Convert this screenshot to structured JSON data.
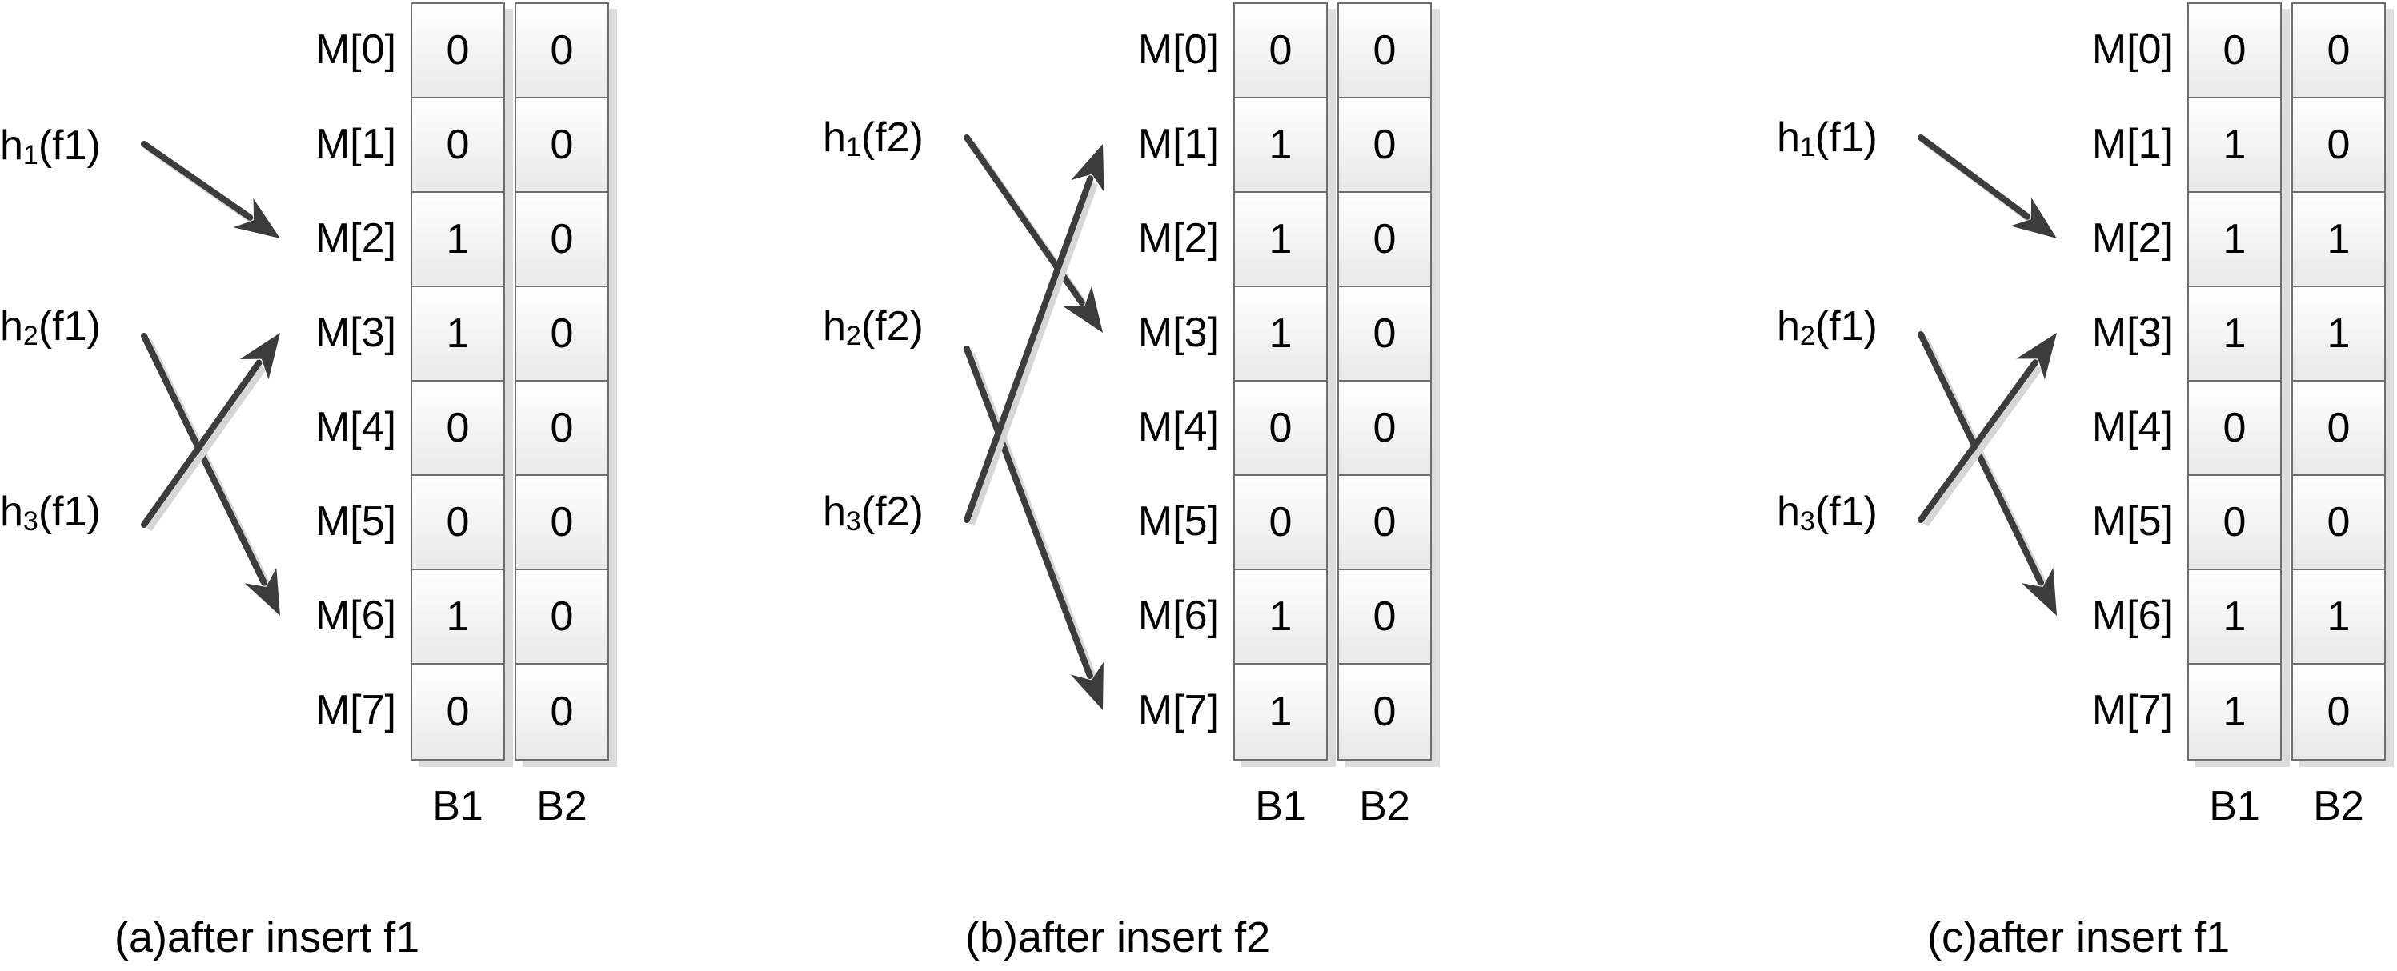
{
  "row_labels": [
    "M[0]",
    "M[1]",
    "M[2]",
    "M[3]",
    "M[4]",
    "M[5]",
    "M[6]",
    "M[7]"
  ],
  "panels": [
    {
      "caption": "(a)after insert f1",
      "column_names": [
        "B1",
        "B2"
      ],
      "b1": [
        "0",
        "0",
        "1",
        "1",
        "0",
        "0",
        "1",
        "0"
      ],
      "b2": [
        "0",
        "0",
        "0",
        "0",
        "0",
        "0",
        "0",
        "0"
      ],
      "hashes": [
        {
          "fn": "h",
          "sub": "1",
          "arg": "(f1)",
          "target_row": 2
        },
        {
          "fn": "h",
          "sub": "2",
          "arg": "(f1)",
          "target_row": 6
        },
        {
          "fn": "h",
          "sub": "3",
          "arg": "(f1)",
          "target_row": 3
        }
      ]
    },
    {
      "caption": "(b)after insert f2",
      "column_names": [
        "B1",
        "B2"
      ],
      "b1": [
        "0",
        "1",
        "1",
        "1",
        "0",
        "0",
        "1",
        "1"
      ],
      "b2": [
        "0",
        "0",
        "0",
        "0",
        "0",
        "0",
        "0",
        "0"
      ],
      "hashes": [
        {
          "fn": "h",
          "sub": "1",
          "arg": "(f2)",
          "target_row": 3
        },
        {
          "fn": "h",
          "sub": "2",
          "arg": "(f2)",
          "target_row": 7
        },
        {
          "fn": "h",
          "sub": "3",
          "arg": "(f2)",
          "target_row": 1
        }
      ]
    },
    {
      "caption": "(c)after insert f1",
      "column_names": [
        "B1",
        "B2"
      ],
      "b1": [
        "0",
        "1",
        "1",
        "1",
        "0",
        "0",
        "1",
        "1"
      ],
      "b2": [
        "0",
        "0",
        "1",
        "1",
        "0",
        "0",
        "1",
        "0"
      ],
      "hashes": [
        {
          "fn": "h",
          "sub": "1",
          "arg": "(f1)",
          "target_row": 2
        },
        {
          "fn": "h",
          "sub": "2",
          "arg": "(f1)",
          "target_row": 6
        },
        {
          "fn": "h",
          "sub": "3",
          "arg": "(f1)",
          "target_row": 3
        }
      ]
    }
  ],
  "colors": {
    "arrow": "#3c3c3c",
    "arrow_shadow": "#d6d6d6",
    "cell_border": "#6e6e6e"
  }
}
